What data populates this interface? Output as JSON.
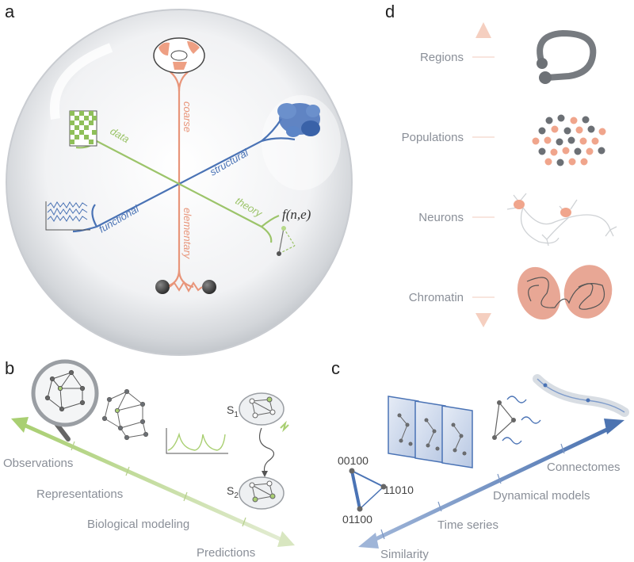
{
  "panels": {
    "a": {
      "letter": "a",
      "branches": {
        "coarse": "coarse",
        "structural": "structural",
        "theory": "theory",
        "elementary": "elementary",
        "functional": "functional",
        "data": "data"
      },
      "formula": "f(n,e)"
    },
    "b": {
      "letter": "b",
      "labels": [
        "Observations",
        "Representations",
        "Biological modeling",
        "Predictions"
      ],
      "s1": "S",
      "s1_sub": "1",
      "s2": "S",
      "s2_sub": "2"
    },
    "c": {
      "letter": "c",
      "labels": [
        "Similarity",
        "Time series",
        "Dynamical models",
        "Connectomes"
      ],
      "bits": [
        "00100",
        "11010",
        "01100"
      ]
    },
    "d": {
      "letter": "d",
      "scales": [
        "Regions",
        "Populations",
        "Neurons",
        "Chromatin"
      ]
    }
  },
  "colors": {
    "coarse": "#e8957a",
    "structural": "#4a73b5",
    "green": "#9cc46a",
    "gray": "#707478",
    "salmon_fill": "#f0a58c",
    "chromatin": "#e8a795",
    "blue_arrow": "#5b7fb8"
  }
}
